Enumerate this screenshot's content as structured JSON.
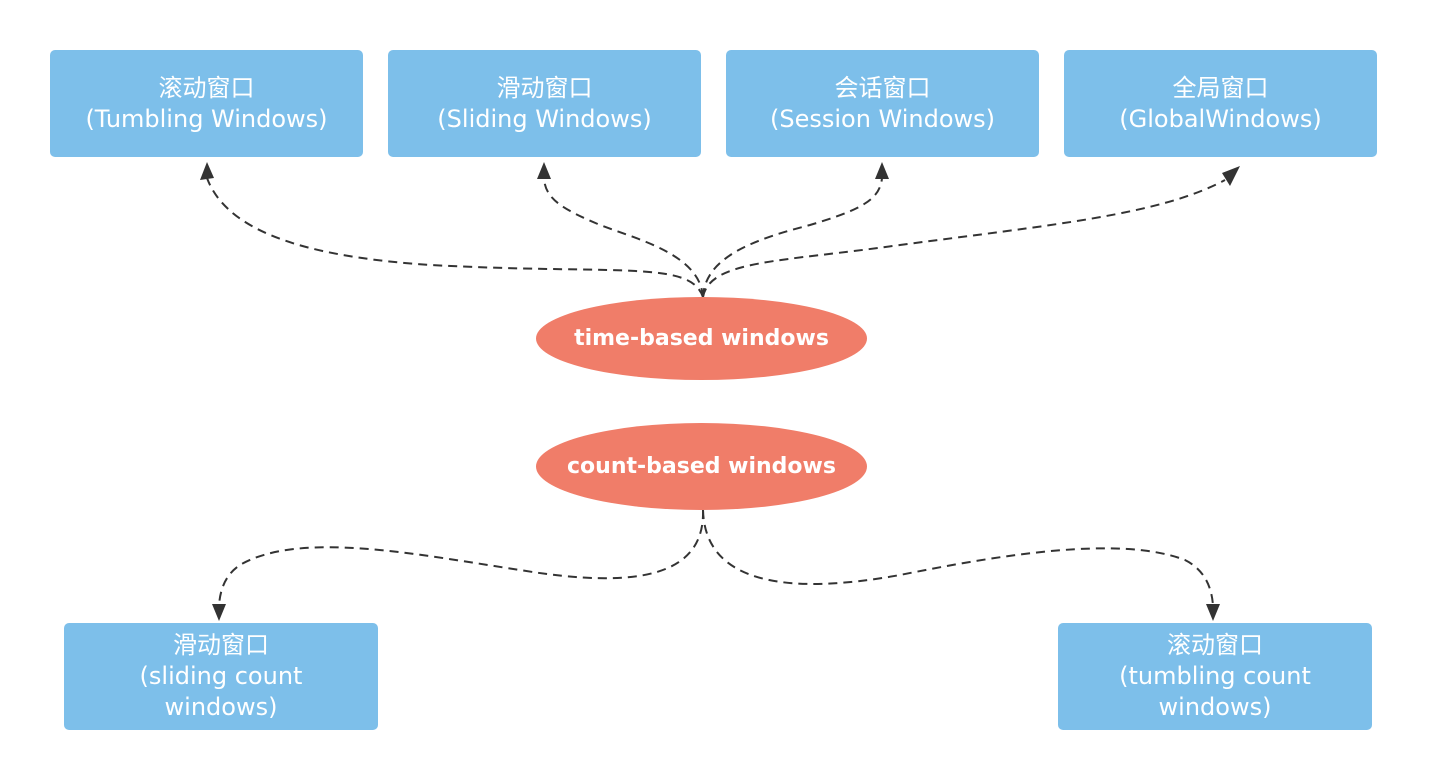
{
  "time_root": {
    "label": "time-based windows"
  },
  "count_root": {
    "label": "count-based windows"
  },
  "time_windows": [
    {
      "name": "滚动窗口",
      "en": "(Tumbling Windows)"
    },
    {
      "name": "滑动窗口",
      "en": "(Sliding Windows)"
    },
    {
      "name": "会话窗口",
      "en": "(Session Windows)"
    },
    {
      "name": "全局窗口",
      "en": "(GlobalWindows)"
    }
  ],
  "count_windows": [
    {
      "name": "滑动窗口",
      "en_line1": "(sliding count",
      "en_line2": "windows)"
    },
    {
      "name": "滚动窗口",
      "en_line1": "(tumbling count",
      "en_line2": "windows)"
    }
  ],
  "colors": {
    "box": "#7dbfea",
    "ellipse": "#f07d69",
    "arrow": "#333333"
  }
}
